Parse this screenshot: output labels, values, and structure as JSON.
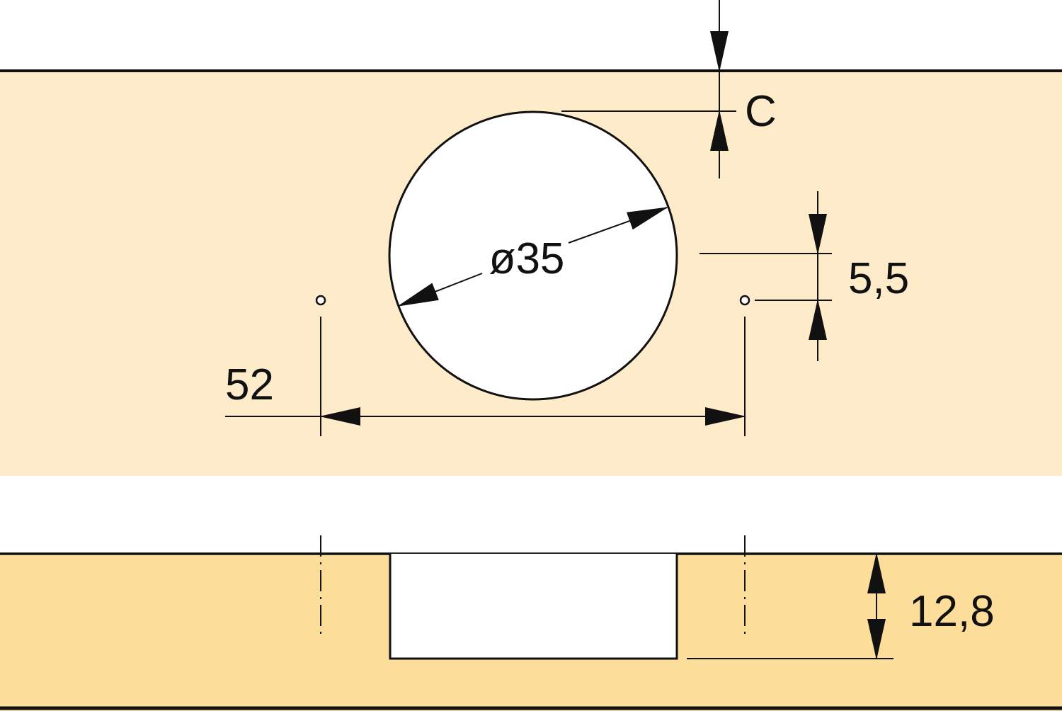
{
  "dimensions": {
    "edge_distance": "C",
    "cup_diameter": "ø35",
    "screw_hole_offset": "5,5",
    "screw_hole_spacing": "52",
    "cup_depth": "12,8"
  },
  "colors": {
    "panel_face": "#fdebc9",
    "panel_section": "#fcdd9a",
    "line": "#111111",
    "cup": "#ffffff"
  }
}
